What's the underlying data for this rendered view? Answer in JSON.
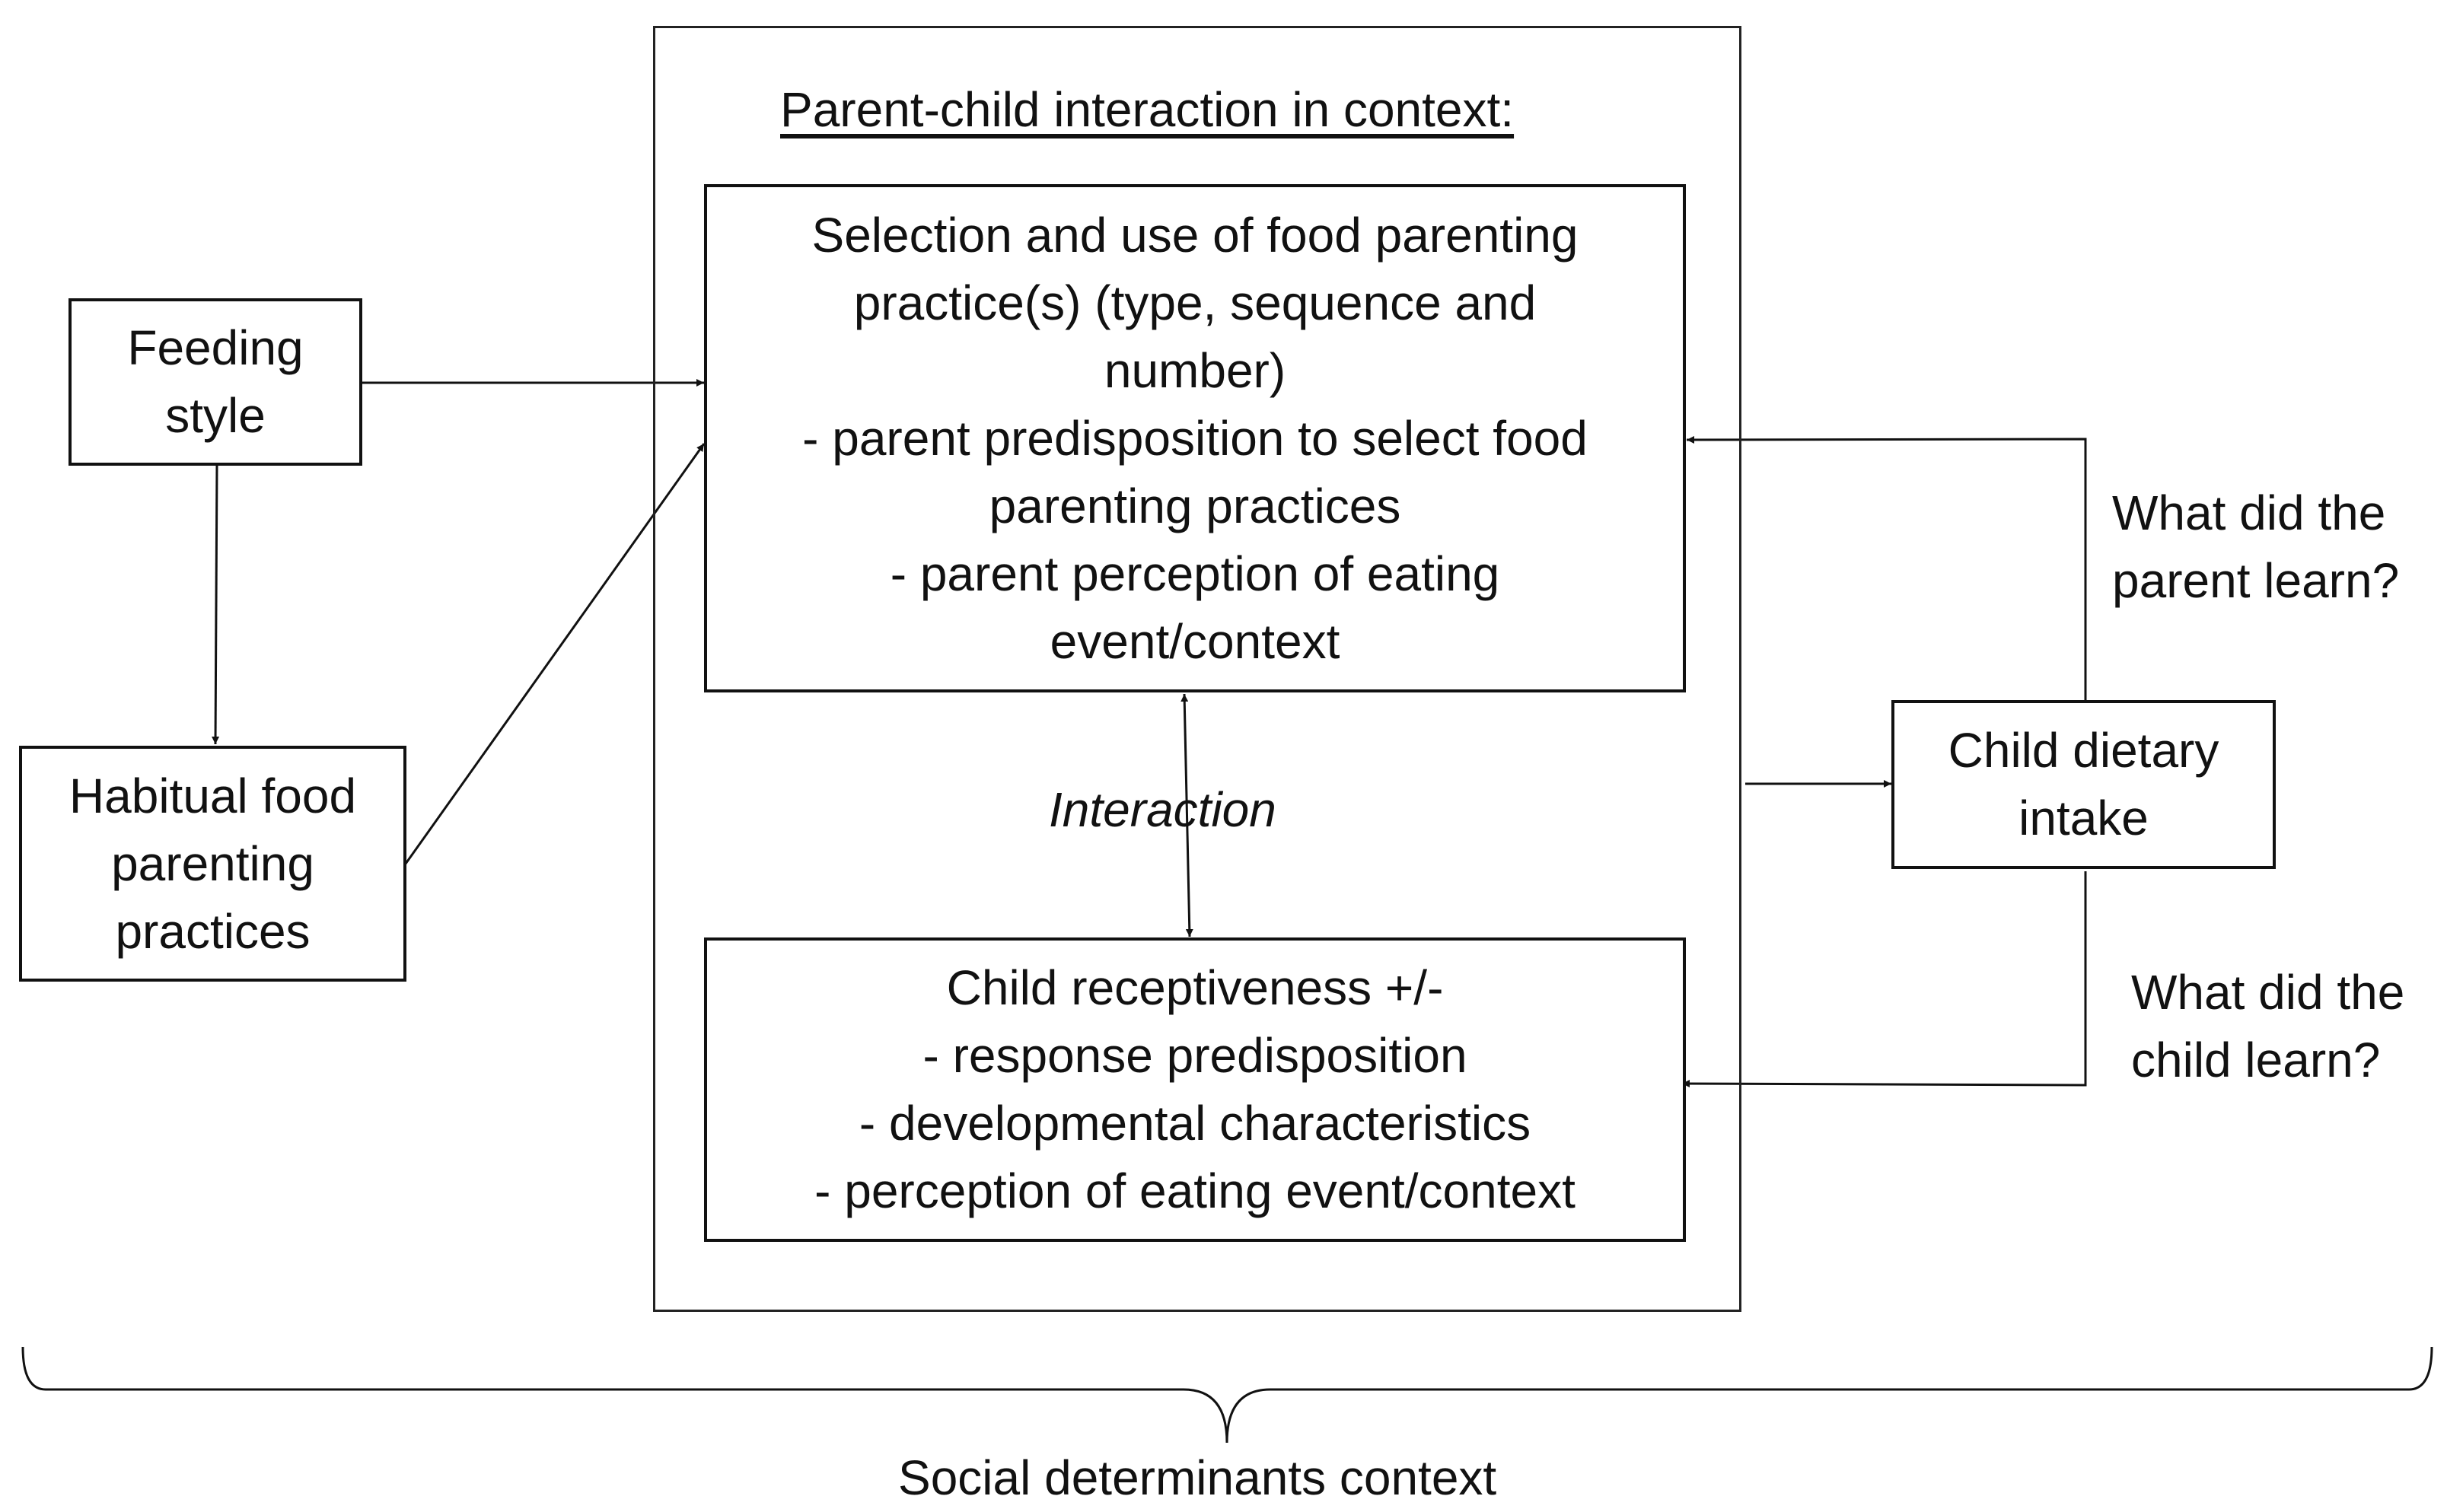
{
  "context_title": "Parent-child interaction in context:",
  "feeding_style": [
    "Feeding",
    "style"
  ],
  "habitual_practices": [
    "Habitual food",
    "parenting",
    "practices"
  ],
  "selection_box": [
    "Selection and use of food parenting",
    "practice(s) (type, sequence and",
    "number)",
    "- parent predisposition to select food",
    "parenting practices",
    "- parent perception of eating",
    "event/context"
  ],
  "interaction_label": "Interaction",
  "child_receptiveness_box": [
    "Child receptiveness +/-",
    "- response predisposition",
    "- developmental characteristics",
    "- perception of eating event/context"
  ],
  "child_intake": [
    "Child dietary",
    "intake"
  ],
  "parent_learn": [
    "What did the",
    "parent learn?"
  ],
  "child_learn": [
    "What did the",
    "child learn?"
  ],
  "social_context": "Social determinants context"
}
